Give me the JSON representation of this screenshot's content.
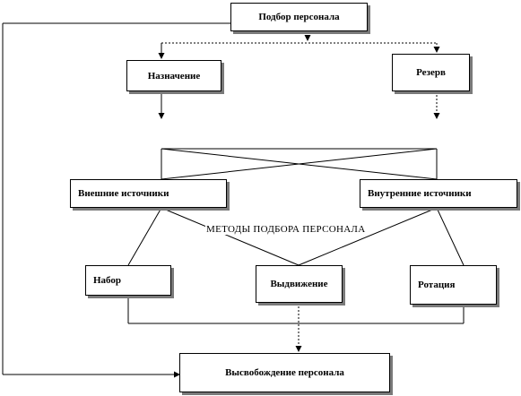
{
  "nodes": {
    "selection": "Подбор персонала",
    "appointment": "Назначение",
    "reserve": "Резерв",
    "external_sources": "Внешние источники",
    "internal_sources": "Внутренние источники",
    "hiring": "Набор",
    "promotion": "Выдвижение",
    "rotation": "Ротация",
    "release": "Высвобождение персонала"
  },
  "methods_label": "МЕТОДЫ ПОДБОРА ПЕРСОНАЛА"
}
